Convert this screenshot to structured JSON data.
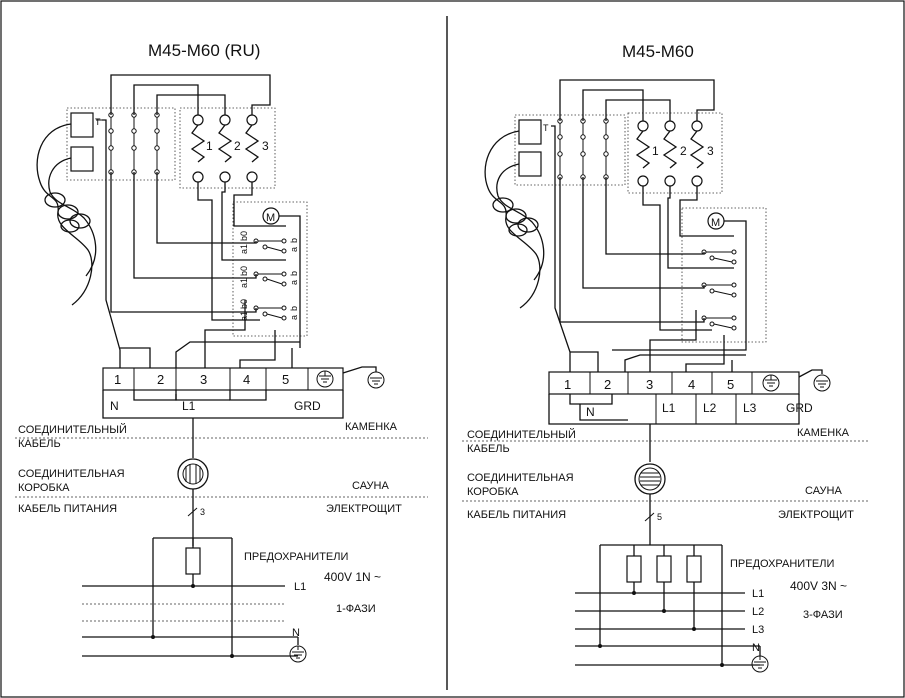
{
  "left": {
    "title": "M45-M60 (RU)",
    "heater_labels": [
      "1",
      "2",
      "3"
    ],
    "switch_rows": [
      {
        "a1": "a1",
        "b0": "b0",
        "a": "a",
        "b": "b"
      },
      {
        "a1": "a1",
        "b0": "b0",
        "a": "a",
        "b": "b"
      },
      {
        "a1": "a1",
        "b0": "b0",
        "a": "a",
        "b": "b"
      }
    ],
    "motor_label": "M",
    "terminals": [
      "1",
      "2",
      "3",
      "4",
      "5"
    ],
    "phase_labels": [
      "N",
      "L1",
      "GRD"
    ],
    "connection_cable": "СОЕДИНИТЕЛЬНЫЙ\nКАБЕЛЬ",
    "connection_cable_line1": "СОЕДИНИТЕЛЬНЫЙ",
    "connection_cable_line2": "КАБЕЛЬ",
    "heater_area": "КАМЕНКА",
    "junction_box_line1": "СОЕДИНИТЕЛЬНАЯ",
    "junction_box_line2": "КОРОБКА",
    "sauna": "САУНА",
    "power_cable": "КАБЕЛЬ ПИТАНИЯ",
    "cable_cores": "3",
    "panel": "ЭЛЕКТРОЩИТ",
    "fuses": "ПРЕДОХРАНИТЕЛИ",
    "voltage": "400V 1N ~",
    "phases": "1-ФАЗИ",
    "line_L1": "L1",
    "line_N": "N"
  },
  "right": {
    "title": "M45-M60",
    "heater_labels": [
      "1",
      "2",
      "3"
    ],
    "motor_label": "M",
    "terminals": [
      "1",
      "2",
      "3",
      "4",
      "5"
    ],
    "phase_labels": [
      "N",
      "L1",
      "L2",
      "L3",
      "GRD"
    ],
    "connection_cable_line1": "СОЕДИНИТЕЛЬНЫЙ",
    "connection_cable_line2": "КАБЕЛЬ",
    "heater_area": "КАМЕНКА",
    "junction_box_line1": "СОЕДИНИТЕЛЬНАЯ",
    "junction_box_line2": "КОРОБКА",
    "sauna": "САУНА",
    "power_cable": "КАБЕЛЬ ПИТАНИЯ",
    "cable_cores": "5",
    "panel": "ЭЛЕКТРОЩИТ",
    "fuses": "ПРЕДОХРАНИТЕЛИ",
    "voltage": "400V 3N ~",
    "phases": "3-ФАЗИ",
    "line_L1": "L1",
    "line_L2": "L2",
    "line_L3": "L3",
    "line_N": "N"
  },
  "colors": {
    "ink": "#111111",
    "background": "#ffffff"
  }
}
